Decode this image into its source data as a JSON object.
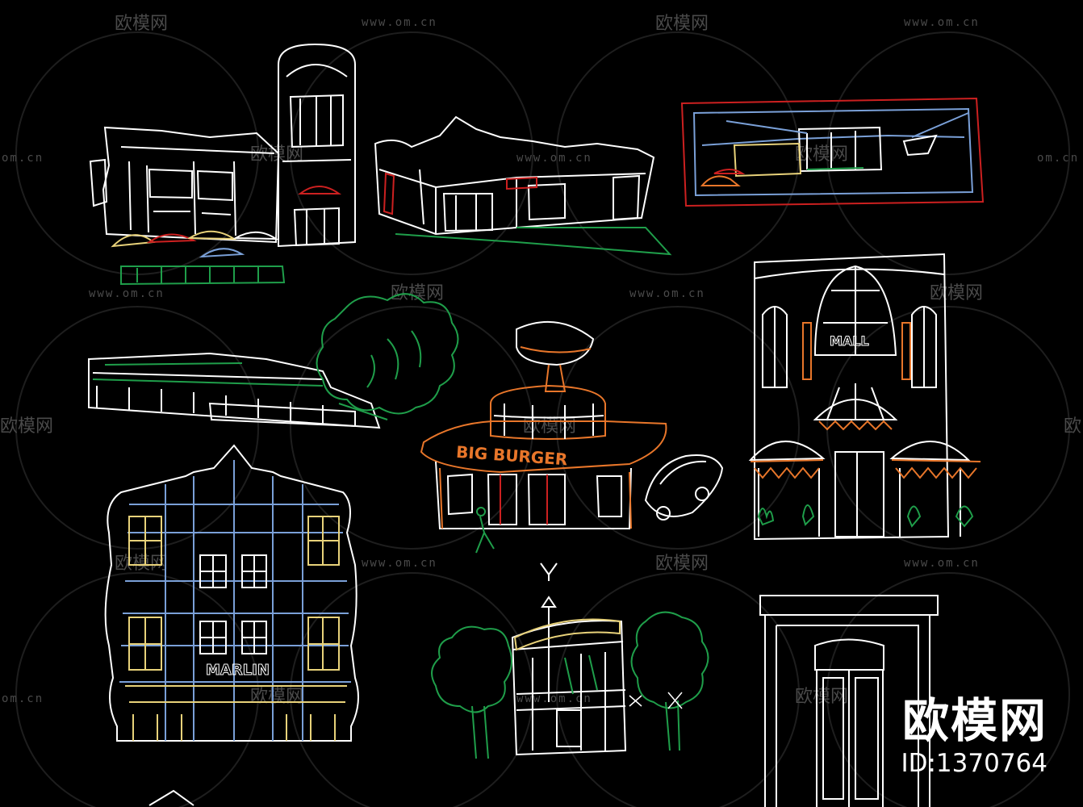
{
  "watermark": {
    "text": "欧模网",
    "url": "www.om.cn",
    "url_short": "om.cn",
    "partial": "欧模网",
    "partial_right": "欧"
  },
  "brand": {
    "name": "欧模网",
    "id": "ID:1370764"
  },
  "signs": {
    "burger": "BIG BURGER",
    "marlin": "MARLIN",
    "mall": "MALL"
  },
  "colors": {
    "background": "#000000",
    "line": "#ffffff",
    "tree": "#1f9e4a",
    "orange": "#e8762a",
    "yellow": "#e8d27a",
    "red": "#cc2020",
    "blue": "#7aa0d8",
    "watermark": "#4a4a4a"
  }
}
